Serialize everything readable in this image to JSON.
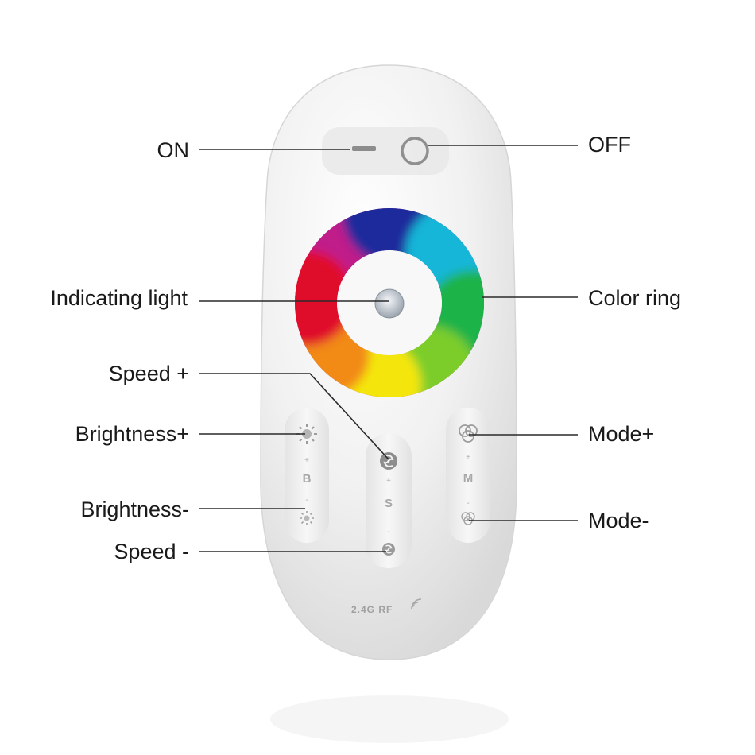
{
  "labels": {
    "on": "ON",
    "off": "OFF",
    "indicating_light": "Indicating light",
    "color_ring": "Color ring",
    "speed_plus": "Speed +",
    "brightness_plus": "Brightness+",
    "mode_plus": "Mode+",
    "brightness_minus": "Brightness-",
    "mode_minus": "Mode-",
    "speed_minus": "Speed -"
  },
  "remote": {
    "brightness_letter": "B",
    "speed_letter": "S",
    "mode_letter": "M",
    "plus_sign": "+",
    "minus_sign": "-",
    "rf_marking": "2.4G RF"
  },
  "colors": {
    "body": "#efefef",
    "ring_red": "#e0102a",
    "ring_yellow": "#f4e60a",
    "ring_green": "#1fb34a",
    "ring_cyan": "#16b6d8",
    "ring_blue": "#1c2a9c",
    "ring_magenta": "#c01a8a"
  },
  "icons": {
    "on": "dash-icon",
    "off": "circle-icon",
    "brightness_plus": "sun-large-icon",
    "brightness_minus": "sun-small-icon",
    "speed_plus": "swirl-icon",
    "speed_minus": "swirl-small-icon",
    "mode_plus": "three-circles-icon",
    "mode_minus": "three-circles-small-icon",
    "wireless": "wifi-arc-icon"
  }
}
